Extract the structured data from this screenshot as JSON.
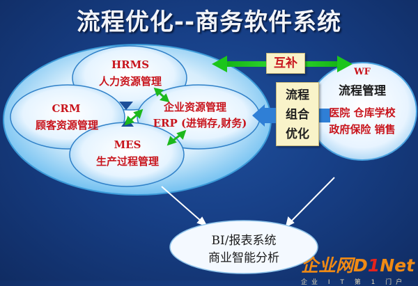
{
  "title": "流程优化--商务软件系统",
  "ellipse_group": {
    "hrms": {
      "code": "HRMS",
      "label": "人力资源管理"
    },
    "crm": {
      "code": "CRM",
      "label": "顾客资源管理"
    },
    "erp": {
      "line1": "企业资源管理",
      "line2": "ERP (进销存,财务)"
    },
    "mes": {
      "code": "MES",
      "label": "生产过程管理"
    }
  },
  "complement_label": "互补",
  "process_card": {
    "line1": "流程",
    "line2": "组合",
    "line3": "优化"
  },
  "wf_circle": {
    "code": "WF",
    "title": "流程管理",
    "line1": "医院 仓库学校",
    "line2": "政府保险 销售"
  },
  "bi": {
    "line1": "BI/报表系统",
    "line2": "商业智能分析"
  },
  "watermark": {
    "text_cn": "企业网",
    "text_en1": "D",
    "text_en2": "1",
    "text_en3": "Net",
    "sub": "企业 I T 第 1 门户"
  },
  "colors": {
    "ellipse_fill": "#dff1ff",
    "ellipse_blue": "#40a8e6",
    "arrow_green": "#1cc51c",
    "arrow_white": "#ffffff",
    "title_red": "#c8141c"
  }
}
